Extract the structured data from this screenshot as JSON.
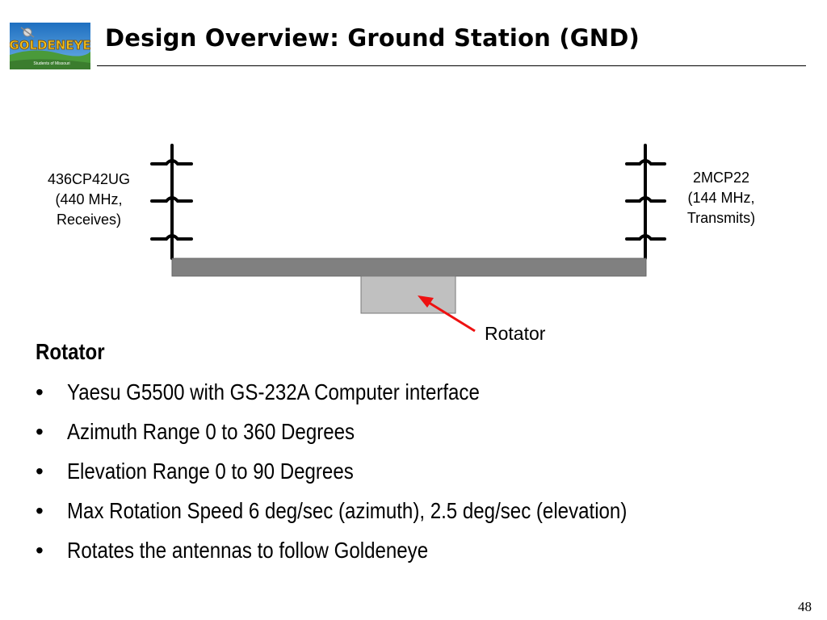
{
  "slide": {
    "title": "Design Overview: Ground Station (GND)",
    "page_number": "48"
  },
  "logo": {
    "text": "GOLDENEYE",
    "subtext": "Students of Missouri",
    "colors": {
      "sky": "#2a7fd0",
      "field": "#4a9a3a",
      "wordmark": "#f0c020"
    }
  },
  "diagram": {
    "left_antenna": {
      "model": "436CP42UG",
      "line2": "(440 MHz,",
      "line3": "Receives)"
    },
    "right_antenna": {
      "model": "2MCP22",
      "line2": "(144 MHz,",
      "line3": "Transmits)"
    },
    "rotator_label": "Rotator",
    "colors": {
      "boom": "#808080",
      "boom_stroke": "#666666",
      "rotator": "#c0c0c0",
      "arrow": "#ee1111"
    }
  },
  "content": {
    "heading": "Rotator",
    "bullets": [
      "Yaesu G5500 with GS-232A Computer interface",
      "Azimuth Range 0 to 360 Degrees",
      "Elevation Range 0 to 90 Degrees",
      "Max Rotation Speed 6 deg/sec (azimuth), 2.5 deg/sec (elevation)",
      "Rotates the antennas to follow Goldeneye"
    ]
  }
}
